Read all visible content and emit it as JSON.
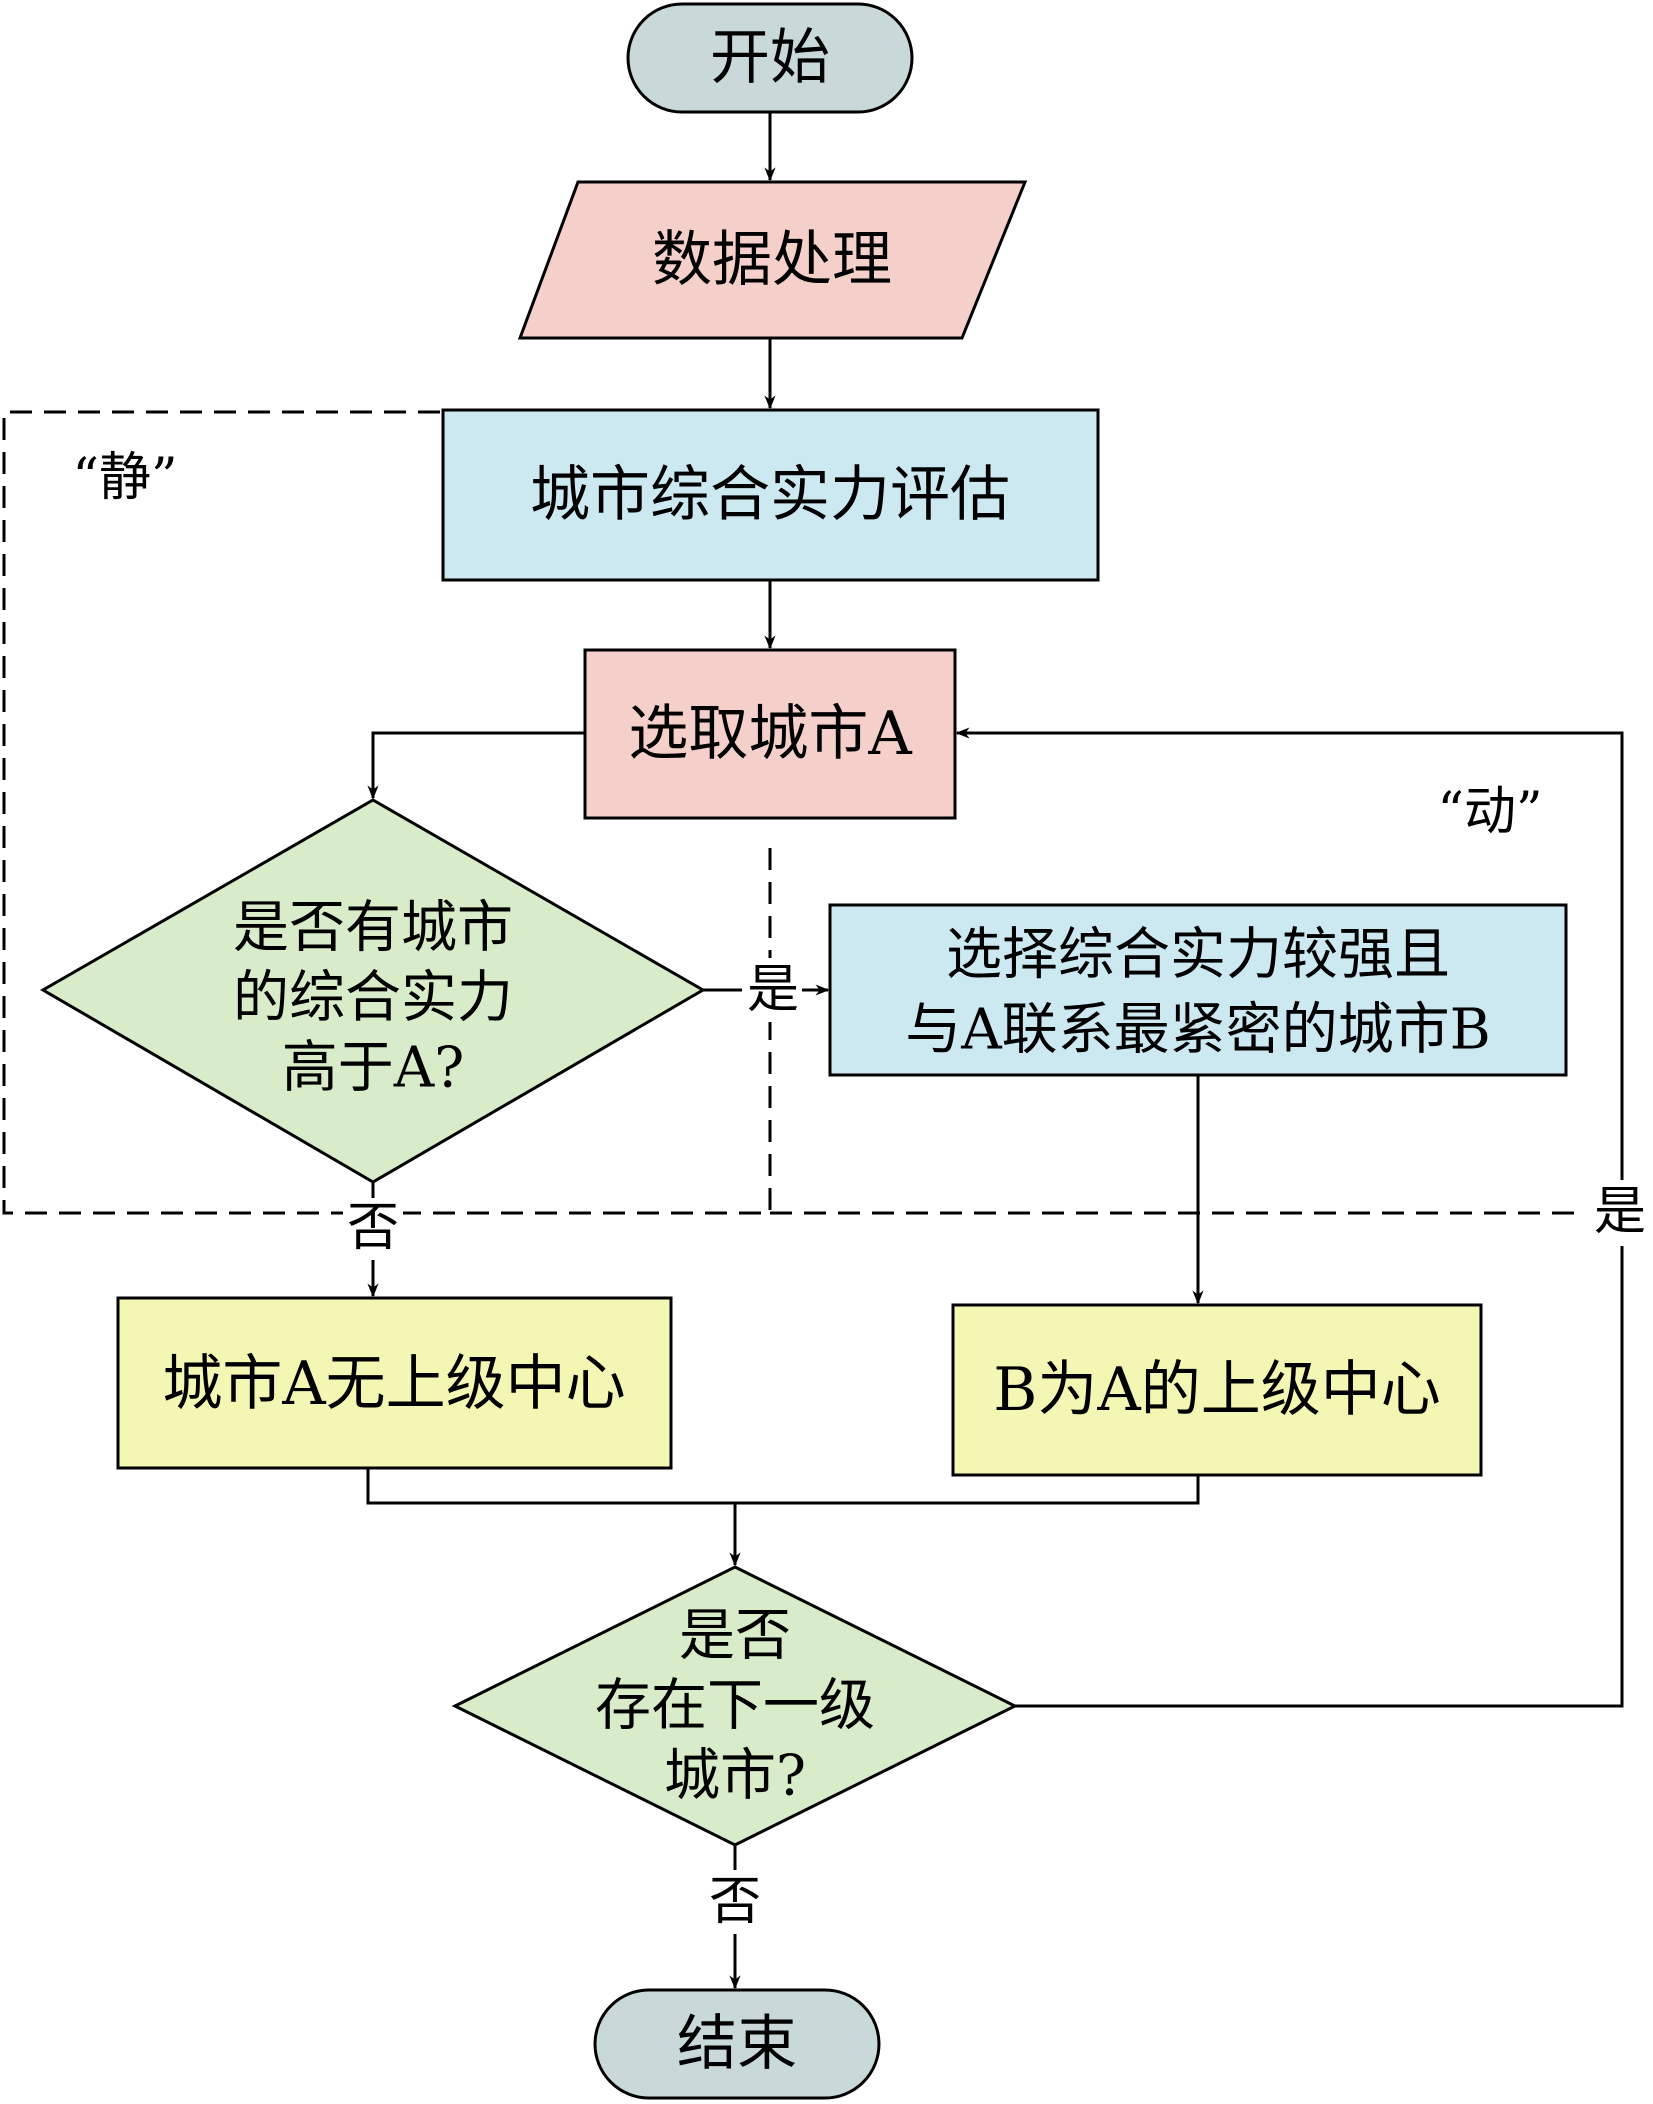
{
  "nodes": {
    "start": "开始",
    "data_processing": "数据处理",
    "city_strength_eval": "城市综合实力评估",
    "select_city_a": "选取城市A",
    "decision_higher_line1": "是否有城市",
    "decision_higher_line2": "的综合实力",
    "decision_higher_line3": "高于A?",
    "choose_city_b_line1": "选择综合实力较强且",
    "choose_city_b_line2": "与A联系最紧密的城市B",
    "no_superior": "城市A无上级中心",
    "b_is_superior": "B为A的上级中心",
    "decision_next_line1": "是否",
    "decision_next_line2": "存在下一级",
    "decision_next_line3": "城市?",
    "end": "结束"
  },
  "region_labels": {
    "static": "“静”",
    "dynamic": "“动”"
  },
  "edge_labels": {
    "yes_to_choose_b": "是",
    "no_from_higher": "否",
    "yes_loop_back": "是",
    "no_to_end": "否"
  },
  "colors": {
    "terminal_fill": "#c9d9d9",
    "parallelogram_fill": "#f5d0ca",
    "blue_fill": "#cce8f0",
    "pink_fill": "#f5d0ca",
    "diamond_fill": "#d9ecc9",
    "yellow_fill": "#f3f7b3"
  }
}
